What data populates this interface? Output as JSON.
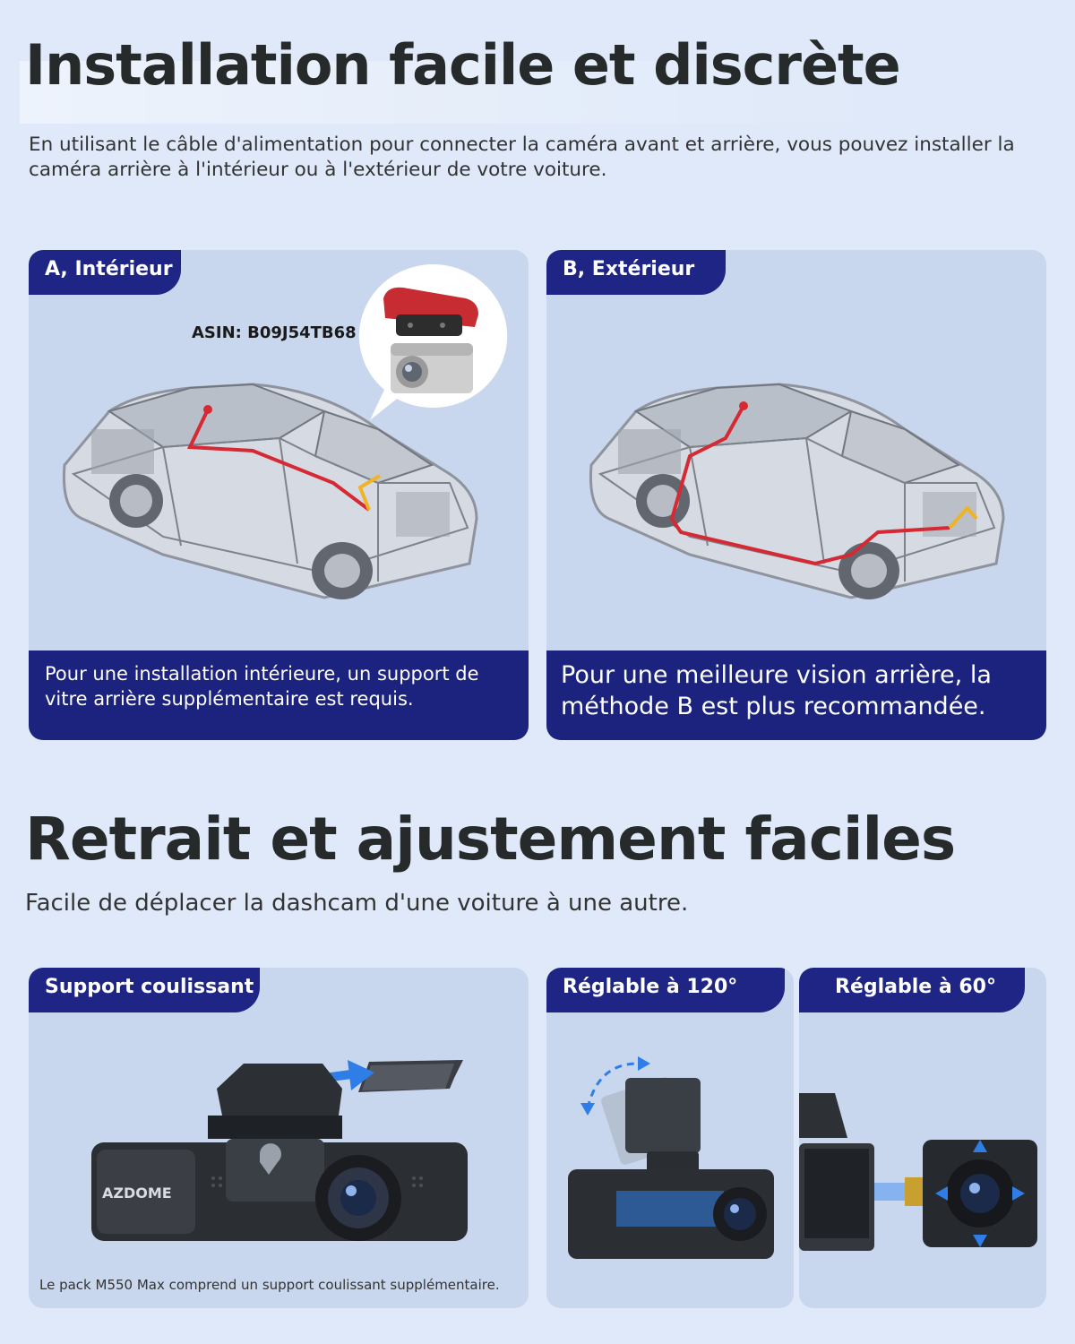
{
  "section1": {
    "title": "Installation facile et discrète",
    "subtitle": "En utilisant le câble d'alimentation pour connecter la caméra avant et arrière, vous pouvez installer la caméra arrière à l'intérieur ou à l'extérieur de votre voiture.",
    "panel_a": {
      "tag": "A, Intérieur",
      "asin": "ASIN: B09J54TB68",
      "caption": "Pour une installation intérieure, un support de vitre arrière supplémentaire est requis."
    },
    "panel_b": {
      "tag": "B, Extérieur",
      "caption": "Pour une meilleure vision arrière, la méthode B est plus recommandée."
    }
  },
  "section2": {
    "title": "Retrait et ajustement faciles",
    "subtitle": "Facile de déplacer la dashcam d'une voiture à une autre.",
    "panel_slide": {
      "tag": "Support coulissant",
      "brand": "AZDOME",
      "note": "Le pack M550 Max comprend un support coulissant supplémentaire."
    },
    "panel_120": {
      "tag": "Réglable à 120°"
    },
    "panel_60": {
      "tag": "Réglable à 60°"
    }
  },
  "colors": {
    "background": "#dfe9f9",
    "panel": "#c9d7ee",
    "navy": "#1e2585",
    "cable_red": "#d6202a",
    "cable_yellow": "#f2b21c",
    "arrow_blue": "#2f7de6"
  }
}
